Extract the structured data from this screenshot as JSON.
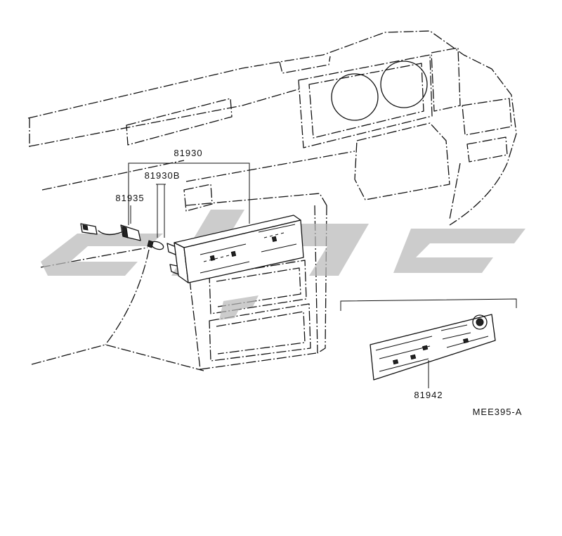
{
  "diagram": {
    "labels": {
      "control_assembly": "81930",
      "bulb": "81930B",
      "socket": "81935",
      "panel_plate": "81942"
    },
    "figure_code": "MEE395-A"
  },
  "colors": {
    "line": "#111111",
    "watermark": "#b9b9b9",
    "background": "#ffffff"
  }
}
